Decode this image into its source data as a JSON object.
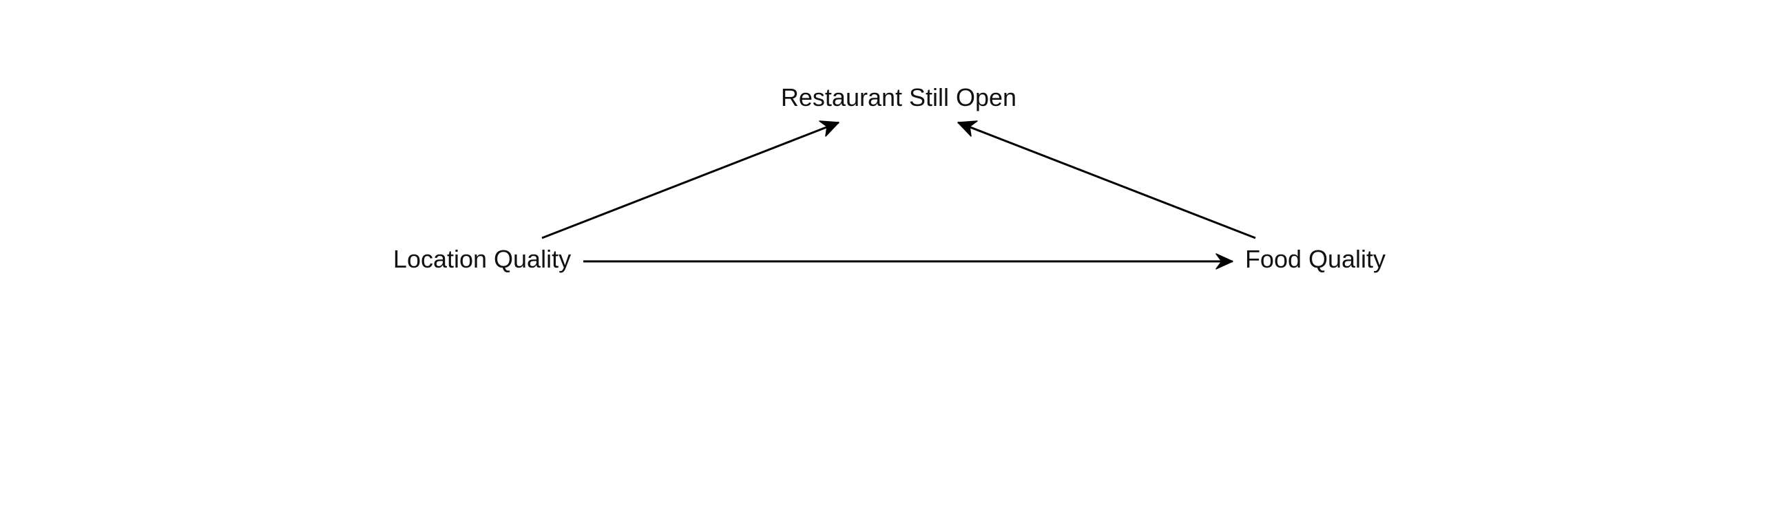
{
  "diagram": {
    "nodes": [
      {
        "id": "restaurant",
        "label": "Restaurant Still Open"
      },
      {
        "id": "location",
        "label": "Location Quality"
      },
      {
        "id": "food",
        "label": "Food Quality"
      }
    ],
    "edges": [
      {
        "from": "location",
        "to": "restaurant"
      },
      {
        "from": "food",
        "to": "restaurant"
      },
      {
        "from": "location",
        "to": "food"
      }
    ],
    "colors": {
      "line": "#000000",
      "text": "#111111",
      "background": "#ffffff"
    }
  }
}
